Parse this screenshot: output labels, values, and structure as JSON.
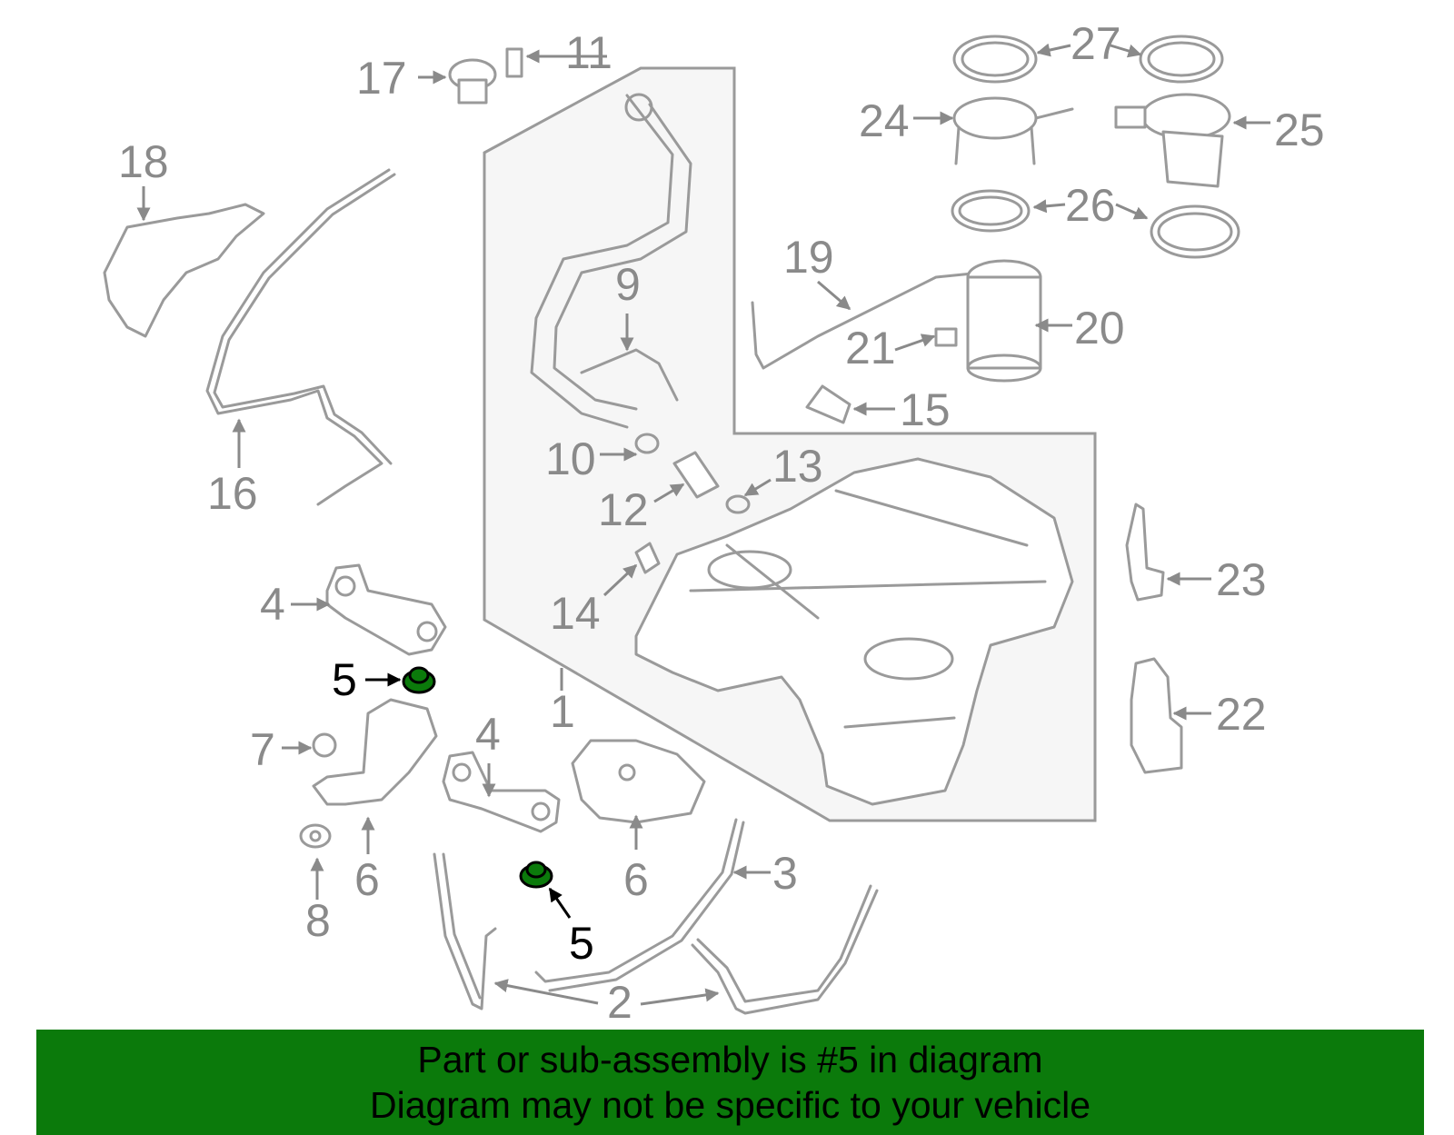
{
  "diagram": {
    "highlight_color": "#0b7a0b",
    "callouts": {
      "c1": "1",
      "c2": "2",
      "c3": "3",
      "c4a": "4",
      "c4b": "4",
      "c5a": "5",
      "c5b": "5",
      "c6a": "6",
      "c6b": "6",
      "c7": "7",
      "c8": "8",
      "c9": "9",
      "c10": "10",
      "c11": "11",
      "c12": "12",
      "c13": "13",
      "c14": "14",
      "c15": "15",
      "c16": "16",
      "c17": "17",
      "c18": "18",
      "c19": "19",
      "c20": "20",
      "c21": "21",
      "c22": "22",
      "c23": "23",
      "c24": "24",
      "c25": "25",
      "c26": "26",
      "c27": "27"
    }
  },
  "banner": {
    "line1": "Part or sub-assembly is #5 in diagram",
    "line2": "Diagram may not be specific to your vehicle"
  }
}
